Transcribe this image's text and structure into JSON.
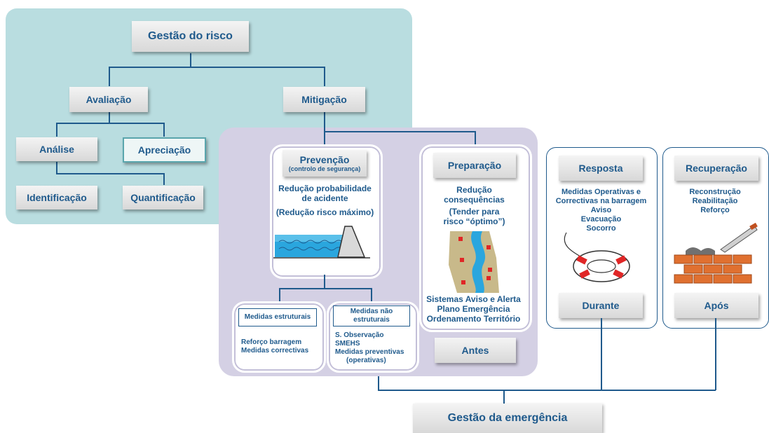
{
  "nodes": {
    "gestao_risco": "Gestão do risco",
    "avaliacao": "Avaliação",
    "mitigacao": "Mitigação",
    "analise": "Análise",
    "apreciacao": "Apreciação",
    "identificacao": "Identificação",
    "quantificacao": "Quantificação",
    "prevencao": "Prevenção",
    "prevencao_sub": "(controlo de segurança)",
    "preparacao": "Preparação",
    "resposta": "Resposta",
    "recuperacao": "Recuperação",
    "antes": "Antes",
    "durante": "Durante",
    "apos": "Após",
    "gestao_emergencia": "Gestão da emergência",
    "medidas_estruturais": "Medidas estruturais",
    "medidas_nao_estruturais": "Medidas não estruturais"
  },
  "texts": {
    "prevencao_desc_1": "Redução probabilidade de acidente",
    "prevencao_desc_2": "(Redução risco máximo)",
    "preparacao_desc_1": "Redução consequências",
    "preparacao_desc_2": "(Tender para risco “óptimo”)",
    "preparacao_list": [
      "Sistemas Aviso e Alerta",
      "Plano Emergência",
      "Ordenamento Território"
    ],
    "resposta_list": [
      "Medidas Operativas e",
      "Correctivas na barragem",
      "Aviso",
      "Evacuação",
      "Socorro"
    ],
    "recuperacao_list": [
      "Reconstrução",
      "Reabilitação",
      "Reforço"
    ],
    "estruturais_list": [
      "Reforço barragem",
      "Medidas correctivas"
    ],
    "nao_estruturais_list": [
      "S. Observação",
      "SMEHS",
      "Medidas preventivas",
      "(operativas)"
    ]
  },
  "colors": {
    "primary_text": "#1f5a8c",
    "teal_region": "#b9dde0",
    "purple_region": "#d4d0e4",
    "water": "#2aa6de",
    "alert_red": "#e02626",
    "brick": "#e07030"
  },
  "icons": [
    "dam-icon",
    "river-map-icon",
    "lifebuoy-icon",
    "bricks-trowel-icon"
  ]
}
